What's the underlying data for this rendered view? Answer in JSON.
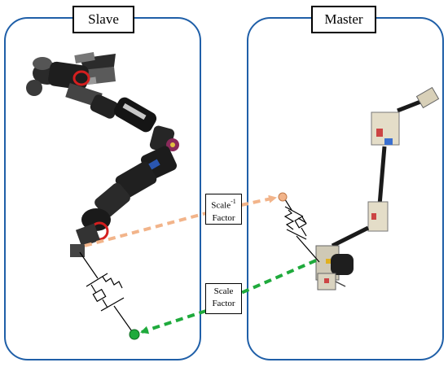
{
  "panels": {
    "slave": {
      "title": "Slave"
    },
    "master": {
      "title": "Master"
    }
  },
  "labels": {
    "inverse_scale": {
      "line1": "Scale",
      "exponent": "-1",
      "line2": "Factor"
    },
    "scale": {
      "line1": "Scale",
      "line2": "Factor"
    }
  },
  "colors": {
    "panel_border": "#1f5fa8",
    "inverse_arrow": "#f2b48a",
    "scale_arrow": "#1faa3c",
    "slave_endpoint": "#1faa3c",
    "master_endpoint": "#f2b48a"
  }
}
